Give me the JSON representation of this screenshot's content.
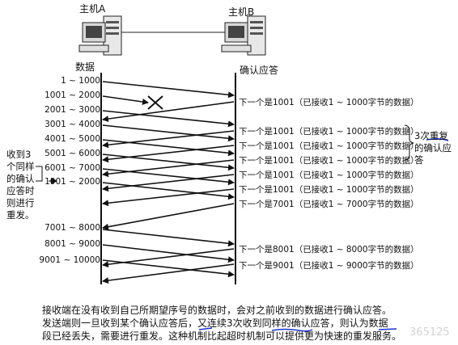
{
  "hosts": {
    "a_label": "主机A",
    "b_label": "主机B"
  },
  "columns": {
    "left_head": "数据",
    "right_head": "确认应答"
  },
  "segments": [
    "1 ~ 1000",
    "1001 ~ 2000",
    "2001 ~ 3000",
    "3001 ~ 4000",
    "4001 ~ 5000",
    "5001 ~ 6000",
    "6001 ~ 7000",
    "1001 ~ 2000",
    "7001 ~ 8000",
    "8001 ~ 9000",
    "9001 ~ 10000"
  ],
  "acks": [
    "下一个是1001（已接收1 ~ 1000字节的数据）",
    "下一个是1001（已接收1 ~ 1000字节的数据）",
    "下一个是1001（已接收1 ~ 1000字节的数据）",
    "下一个是1001（已接收1 ~ 1000字节的数据）",
    "下一个是1001（已接收1 ~ 1000字节的数据）",
    "下一个是1001（已接收1 ~ 1000字节的数据）",
    "下一个是7001（已接收1 ~ 7000字节的数据）",
    "下一个是8001（已接收1 ~ 8000字节的数据）",
    "下一个是9001（已接收1 ~ 9000字节的数据）"
  ],
  "annotations": {
    "triple_dup": "3次重复的确认应答",
    "left_note": "收到3个同样的确认应答时则进行重发。"
  },
  "caption": {
    "line1": "接收端在没有收到自己所期望序号的数据时，会对之前收到的数据进行确认应答。",
    "line2": "发送端则一旦收到某个确认应答后，又连续3次收到同样的确认应答，则认为数据",
    "line3": "段已经丢失，需要进行重发。这种机制比起超时机制可以提供更为快速的重发服务。"
  },
  "watermark": "365125",
  "colors": {
    "ink": "#111111",
    "highlight": "#1a33c8",
    "watermark": "#d4d4d4"
  }
}
